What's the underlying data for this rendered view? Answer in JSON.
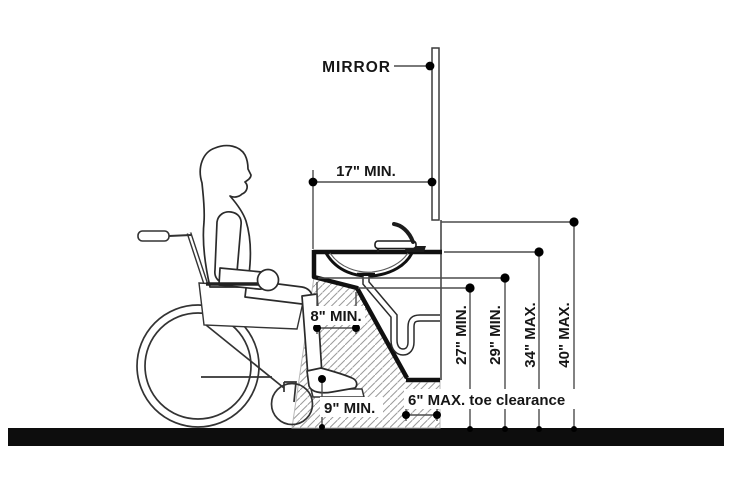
{
  "diagram": {
    "type": "accessibility-lavatory-section",
    "labels": {
      "mirror": "MIRROR",
      "counter_depth": "17\" MIN.",
      "knee_depth": "8\" MIN.",
      "toe_height": "9\" MIN.",
      "toe_clearance": "6\" MAX. toe clearance",
      "knee_clearance": "27\" MIN.",
      "apron_clearance": "29\" MIN.",
      "rim_height": "34\" MAX.",
      "mirror_height": "40\" MAX."
    },
    "colors": {
      "line": "#2b2b2b",
      "dimension_line": "#4d4d4d",
      "thick_profile": "#101010",
      "floor": "#0d0d0d",
      "hatch": "#9b9b9b",
      "background": "#ffffff"
    }
  }
}
